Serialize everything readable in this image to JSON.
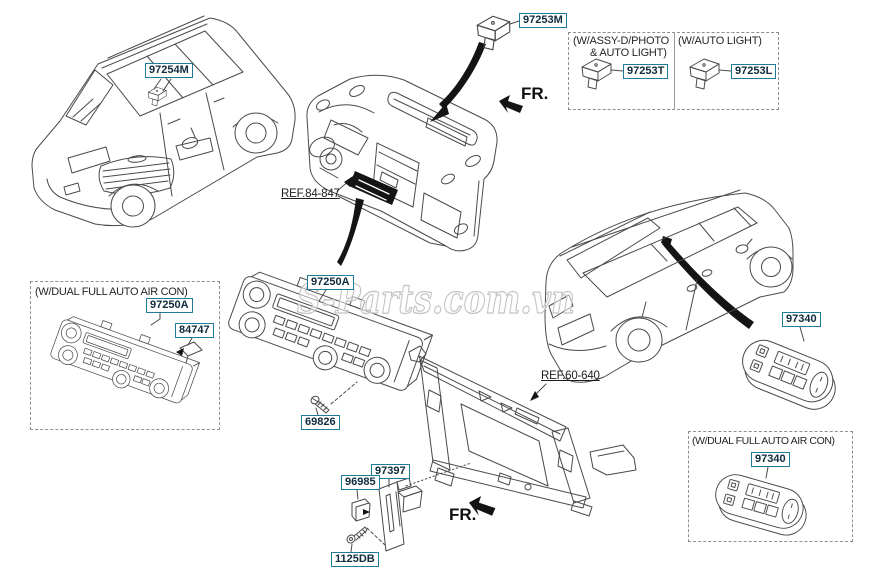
{
  "watermark": "S-Parts.com.vn",
  "fr_label": "FR.",
  "colors": {
    "label_border": "#1e7b9b",
    "label_text": "#0f2b3d",
    "line_art": "#4a4a4a",
    "watermark": "#c4c4c4",
    "arrow_fill": "#141414"
  },
  "part_labels": {
    "p97254m": "97254M",
    "p97253m": "97253M",
    "p97253t": "97253T",
    "p97253l": "97253L",
    "p97250a_optional": "97250A",
    "p84747": "84747",
    "p97250a": "97250A",
    "p69826": "69826",
    "p97397": "97397",
    "p96985": "96985",
    "p1125db": "1125DB",
    "p97340": "97340",
    "p97340_optional": "97340"
  },
  "ref_labels": {
    "dashboard": "REF.84-847",
    "front_end_module": "REF.60-640"
  },
  "option_boxes": {
    "assy_d_photo_auto_light": {
      "title_line1": "(W/ASSY-D/PHOTO",
      "title_line2": "& AUTO LIGHT)"
    },
    "auto_light": {
      "title": "(W/AUTO LIGHT)"
    },
    "dual_full_auto_air_con_front": {
      "title": "(W/DUAL FULL AUTO AIR CON)"
    },
    "dual_full_auto_air_con_rear": {
      "title": "(W/DUAL FULL AUTO AIR CON)"
    }
  }
}
